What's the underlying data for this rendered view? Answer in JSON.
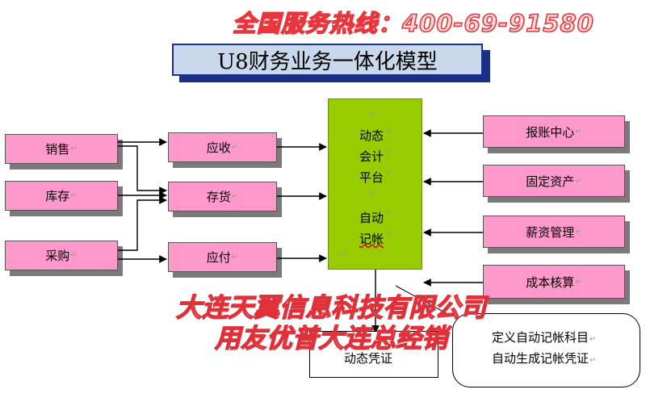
{
  "hotline": "全国服务热线：400-69-91580",
  "title": "U8财务业务一体化模型",
  "left_column": [
    "销售",
    "库存",
    "采购"
  ],
  "middle_column": [
    "应收",
    "存货",
    "应付"
  ],
  "right_column": [
    "报账中心",
    "固定资产",
    "薪资管理",
    "成本核算"
  ],
  "platform": {
    "line1": "动态",
    "line2": "会计",
    "line3": "平台",
    "line4": "自动",
    "line5": "记帐"
  },
  "output_box": "动态凭证",
  "note_box": {
    "line1": "定义自动记帐科目",
    "line2": "自动生成记帐凭证"
  },
  "watermark": {
    "line1": "大连天翼信息科技有限公司",
    "line2": "用友优普大连总经销"
  },
  "paragraph_mark": "↵",
  "colors": {
    "box_fill": "#ff99cc",
    "platform_fill": "#99cc00",
    "title_fill": "#c9d8ea",
    "title_border": "#1a2f86",
    "watermark": "#e0303a"
  }
}
